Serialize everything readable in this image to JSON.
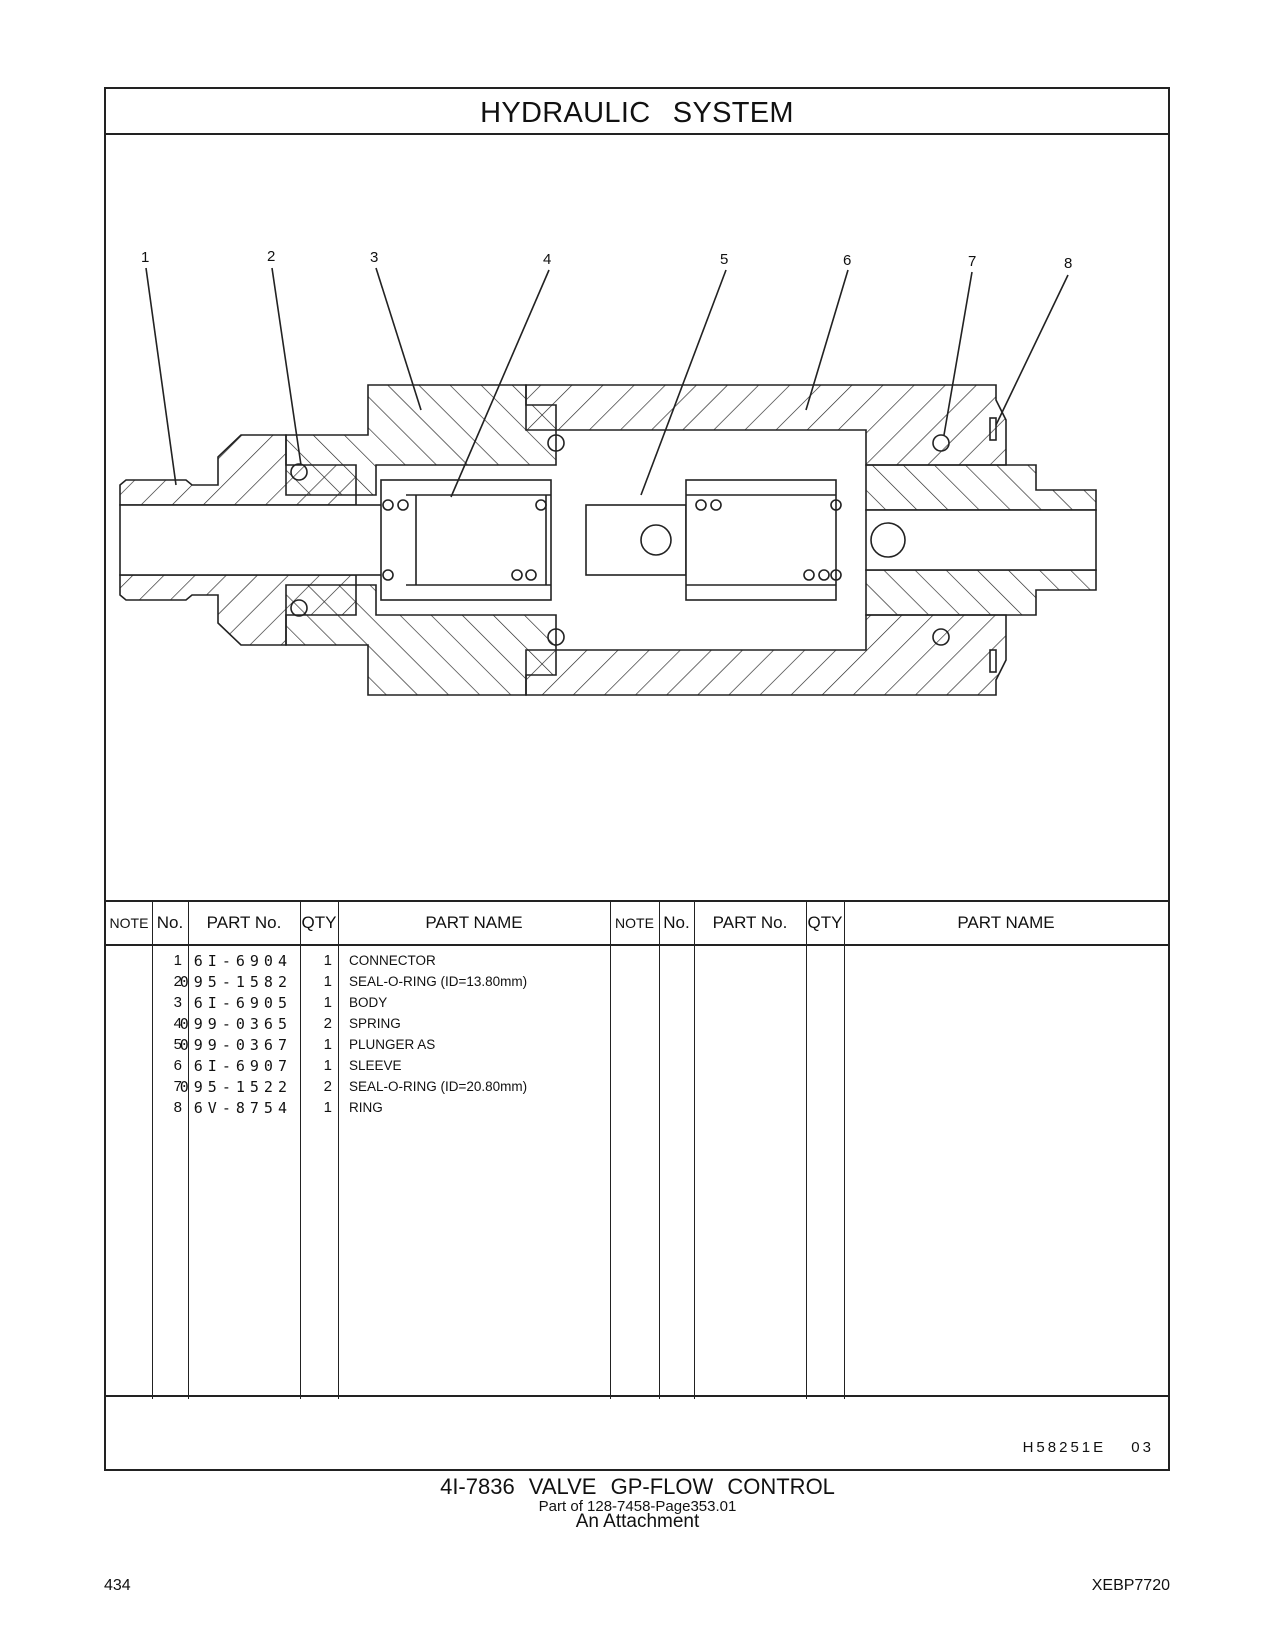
{
  "header": {
    "title": "HYDRAULIC SYSTEM"
  },
  "diagram": {
    "callouts": [
      "1",
      "2",
      "3",
      "4",
      "5",
      "6",
      "7",
      "8"
    ]
  },
  "table": {
    "columns": [
      "NOTE",
      "No.",
      "PART No.",
      "QTY",
      "PART NAME"
    ],
    "rows": [
      {
        "no": "1",
        "part_no": "6I-6904",
        "qty": "1",
        "name": "CONNECTOR"
      },
      {
        "no": "2",
        "part_no": "095-1582",
        "qty": "1",
        "name": "SEAL-O-RING (ID=13.80mm)"
      },
      {
        "no": "3",
        "part_no": "6I-6905",
        "qty": "1",
        "name": "BODY"
      },
      {
        "no": "4",
        "part_no": "099-0365",
        "qty": "2",
        "name": "SPRING"
      },
      {
        "no": "5",
        "part_no": "099-0367",
        "qty": "1",
        "name": "PLUNGER AS"
      },
      {
        "no": "6",
        "part_no": "6I-6907",
        "qty": "1",
        "name": "SLEEVE"
      },
      {
        "no": "7",
        "part_no": "095-1522",
        "qty": "2",
        "name": "SEAL-O-RING (ID=20.80mm)"
      },
      {
        "no": "8",
        "part_no": "6V-8754",
        "qty": "1",
        "name": "RING"
      }
    ]
  },
  "drawing_code": "H58251E 03",
  "footer": {
    "group_title": "4I-7836 VALVE GP-FLOW CONTROL",
    "part_of": "Part of 128-7458-Page353.01",
    "attachment": "An Attachment",
    "page_number": "434",
    "doc_code": "XEBP7720"
  }
}
